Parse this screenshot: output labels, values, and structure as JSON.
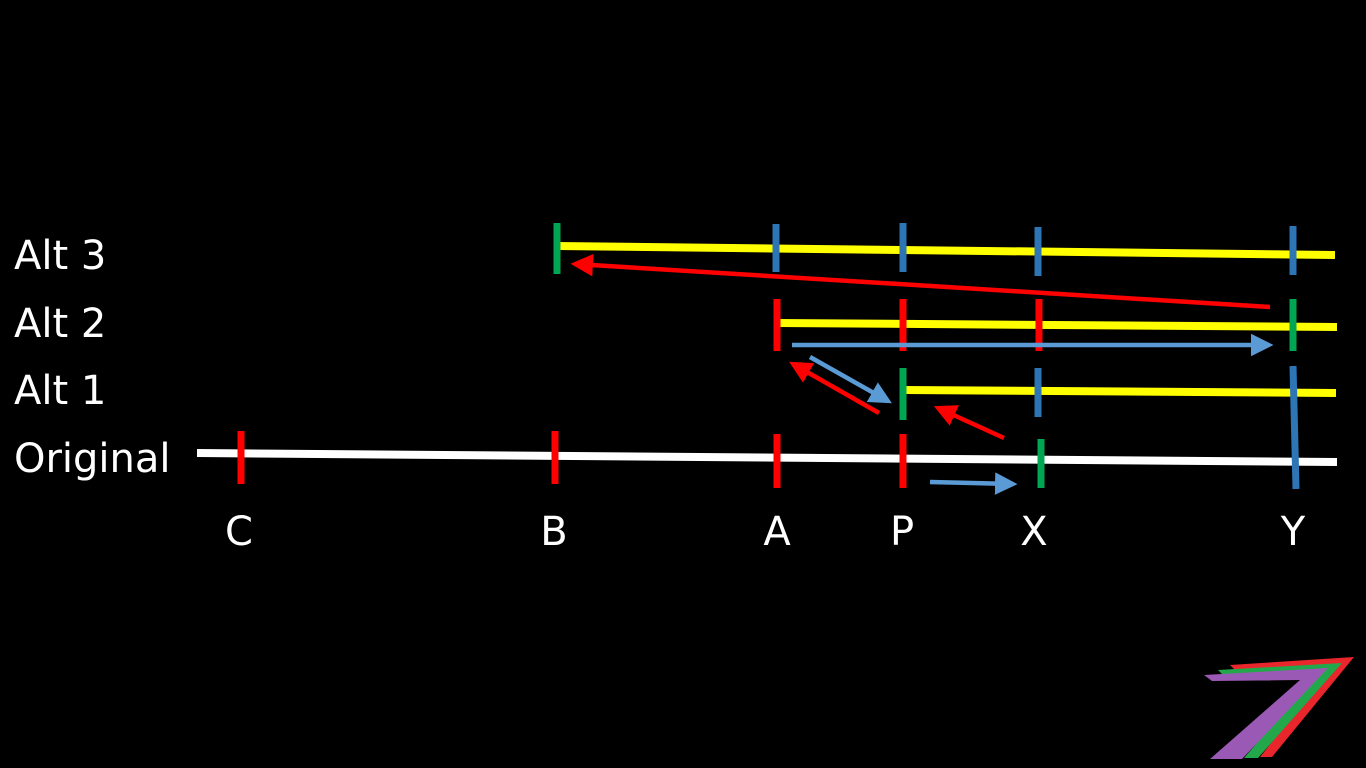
{
  "rows": {
    "alt3": "Alt 3",
    "alt2": "Alt 2",
    "alt1": "Alt 1",
    "original": "Original"
  },
  "points": {
    "c": "C",
    "b": "B",
    "a": "A",
    "p": "P",
    "x": "X",
    "y": "Y"
  },
  "colors": {
    "background": "#000000",
    "original_line": "#ffffff",
    "alt_line": "#ffff00",
    "red_marker": "#ff0000",
    "blue_marker": "#2e75b6",
    "green_marker": "#00a651",
    "blue_arrow": "#5b9bd5",
    "red_arrow": "#ff0000"
  },
  "logo": {
    "icon": "seven-stripe-logo-icon",
    "stripe_colors": [
      "#9b59b6",
      "#22a84a",
      "#e8262b"
    ]
  }
}
